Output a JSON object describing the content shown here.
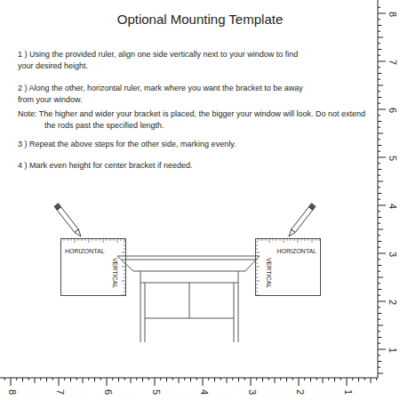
{
  "diagram": {
    "title": "Optional Mounting Template",
    "nodes": [
      {
        "text": [
          "HORIZONTAL",
          "VERTICAL"
        ]
      },
      {
        "text": [
          "HORIZONTAL",
          "VERTICAL"
        ]
      }
    ],
    "labels": [
      "1 ) Using the provided ruler, align one side vertically next to your window to find your desired height.",
      "2 ) Along the other, horizontal ruler, mark where you want the bracket to be away from your window.",
      "Note: The higher and wider your bracket is placed, the bigger your window will look. Do not extend the rods past the specified length.",
      "3 ) Repeat the above steps for the other side, marking evenly.",
      "4 ) Mark even height for center bracket if needed.",
      "8",
      "7",
      "6",
      "5",
      "4",
      "3",
      "2",
      "1",
      "8",
      "7",
      "6",
      "5",
      "4",
      "3",
      "2",
      "1"
    ]
  }
}
